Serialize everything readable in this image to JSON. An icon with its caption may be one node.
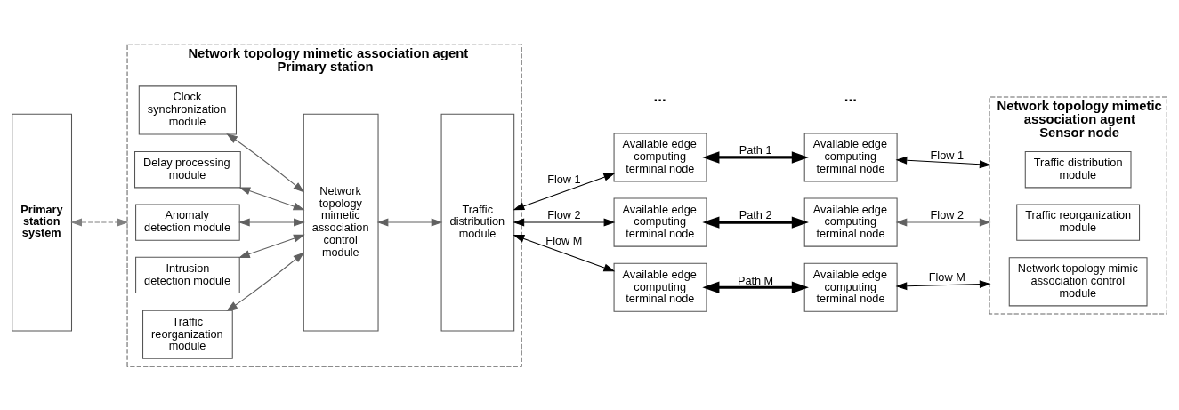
{
  "diagram": {
    "nodes": [
      {
        "text": [
          "Primary station system"
        ]
      },
      {
        "text": [
          "Network topology mimetic association agent",
          "Primary station"
        ]
      },
      {
        "text": [
          "Clock synchronization module"
        ],
        "in": 1
      },
      {
        "text": [
          "Delay processing module"
        ],
        "in": 1
      },
      {
        "text": [
          "Anomaly detection module"
        ],
        "in": 1
      },
      {
        "text": [
          "Intrusion detection module"
        ],
        "in": 1
      },
      {
        "text": [
          "Traffic reorganization module"
        ],
        "in": 1
      },
      {
        "text": [
          "Network topology mimetic association control module"
        ],
        "in": 1
      },
      {
        "text": [
          "Traffic distribution module"
        ],
        "in": 1
      },
      {
        "text": [
          "Available edge computing terminal node"
        ]
      },
      {
        "text": [
          "Available edge computing terminal node"
        ]
      },
      {
        "text": [
          "Available edge computing terminal node"
        ]
      },
      {
        "text": [
          "Available edge computing terminal node"
        ]
      },
      {
        "text": [
          "Available edge computing terminal node"
        ]
      },
      {
        "text": [
          "Available edge computing terminal node"
        ]
      },
      {
        "text": [
          "Network topology mimetic association agent",
          "Sensor node"
        ]
      },
      {
        "text": [
          "Traffic distribution module"
        ],
        "in": 15
      },
      {
        "text": [
          "Traffic reorganization module"
        ],
        "in": 15
      },
      {
        "text": [
          "Network topology mimic association control module"
        ],
        "in": 15
      }
    ],
    "edges": [
      {
        "from": 0,
        "to": 1,
        "arrow": "both",
        "style": "dashed",
        "color": "#808080"
      },
      {
        "from": 2,
        "to": 7,
        "arrow": "both",
        "color": "#606060"
      },
      {
        "from": 3,
        "to": 7,
        "arrow": "both",
        "color": "#606060"
      },
      {
        "from": 4,
        "to": 7,
        "arrow": "both",
        "color": "#606060"
      },
      {
        "from": 5,
        "to": 7,
        "arrow": "both",
        "color": "#606060"
      },
      {
        "from": 6,
        "to": 7,
        "arrow": "both",
        "color": "#606060"
      },
      {
        "from": 7,
        "to": 8,
        "arrow": "both",
        "color": "#606060"
      },
      {
        "from": 8,
        "to": 9,
        "arrow": "both",
        "label": "Flow 1"
      },
      {
        "from": 8,
        "to": 11,
        "arrow": "both",
        "label": "Flow 2"
      },
      {
        "from": 8,
        "to": 13,
        "arrow": "both",
        "label": "Flow M"
      },
      {
        "from": 9,
        "to": 10,
        "arrow": "both",
        "label": "Path 1",
        "style": "thick"
      },
      {
        "from": 11,
        "to": 12,
        "arrow": "both",
        "label": "Path 2",
        "style": "thick"
      },
      {
        "from": 13,
        "to": 14,
        "arrow": "both",
        "label": "Path M",
        "style": "thick"
      },
      {
        "from": 10,
        "to": 15,
        "arrow": "both",
        "label": "Flow 1"
      },
      {
        "from": 12,
        "to": 15,
        "arrow": "both",
        "label": "Flow 2",
        "color": "#606060"
      },
      {
        "from": 14,
        "to": 15,
        "arrow": "both",
        "label": "Flow M"
      }
    ],
    "labels": [
      "...",
      "..."
    ]
  }
}
